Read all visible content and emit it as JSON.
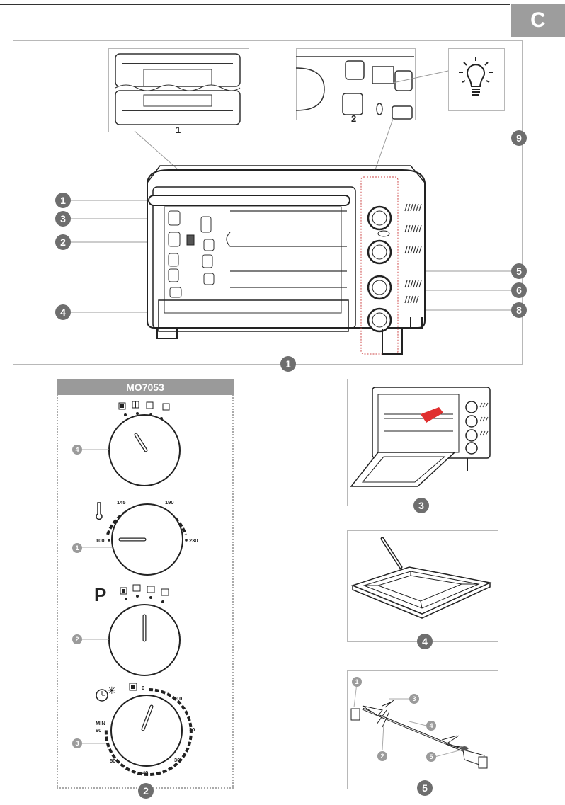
{
  "section_letter": "C",
  "figure1": {
    "inset1_label": "1",
    "inset2_label": "2",
    "callout_9": "9",
    "callouts_left": [
      "1",
      "3",
      "2",
      "4"
    ],
    "callouts_right": [
      "5",
      "6",
      "8"
    ],
    "figure_number": "1"
  },
  "figure2": {
    "model": "MO7053",
    "figure_number": "2",
    "knob_function_label": "4",
    "knob_temperature": {
      "callout": "1",
      "ticks": [
        "100",
        "145",
        "190",
        "230"
      ]
    },
    "knob_program": {
      "callout": "2",
      "letter": "P"
    },
    "knob_timer": {
      "callout": "3",
      "ticks": [
        "0",
        "10",
        "20",
        "30",
        "40",
        "50",
        "MIN",
        "60"
      ]
    }
  },
  "figure3": {
    "figure_number": "3"
  },
  "figure4": {
    "figure_number": "4"
  },
  "figure5": {
    "figure_number": "5",
    "callouts": [
      "1",
      "3",
      "4",
      "2",
      "5"
    ]
  },
  "colors": {
    "callout_fill": "#6e6e6e",
    "callout_light": "#9b9b9b",
    "tab_fill": "#9d9d9d",
    "accent_red": "#e03030"
  }
}
